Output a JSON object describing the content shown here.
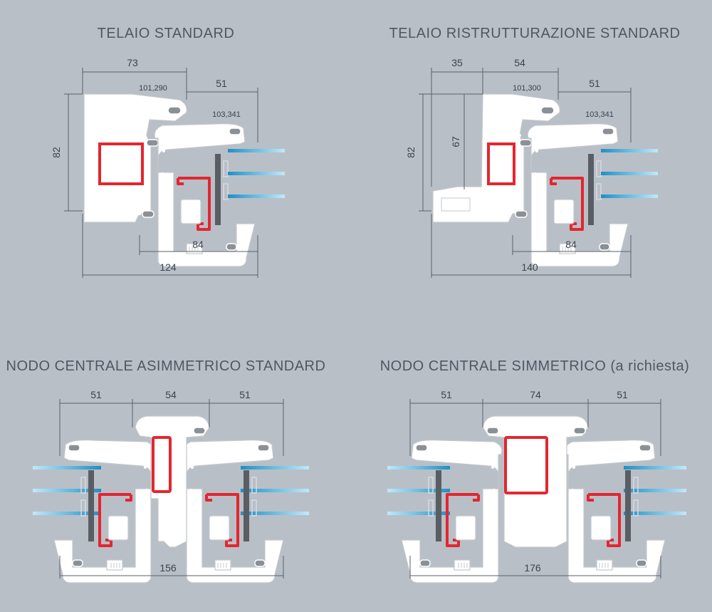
{
  "colors": {
    "background": "#b9bfc7",
    "reinforcement": "#e3262f",
    "glass": "#2ea9d8",
    "profile": "#ffffff",
    "text": "#3b424b"
  },
  "panels": {
    "telaio_standard": {
      "title": "TELAIO STANDARD",
      "dims": {
        "top_left": "73",
        "top_right": "51",
        "height": "82",
        "bottom_inner": "84",
        "bottom_total": "124"
      },
      "codes": {
        "frame": "101,290",
        "sash": "103,341"
      }
    },
    "telaio_ristrutturazione": {
      "title": "TELAIO RISTRUTTURAZIONE STANDARD",
      "dims": {
        "top_a": "35",
        "top_b": "54",
        "top_right": "51",
        "height": "82",
        "inner_height": "67",
        "bottom_inner": "84",
        "bottom_total": "140"
      },
      "codes": {
        "frame": "101,300",
        "sash": "103,341"
      }
    },
    "nodo_asimmetrico": {
      "title": "NODO CENTRALE ASIMMETRICO STANDARD",
      "dims": {
        "left": "51",
        "center": "54",
        "right": "51",
        "total": "156"
      }
    },
    "nodo_simmetrico": {
      "title": "NODO CENTRALE SIMMETRICO (a richiesta)",
      "dims": {
        "left": "51",
        "center": "74",
        "right": "51",
        "total": "176"
      }
    }
  }
}
